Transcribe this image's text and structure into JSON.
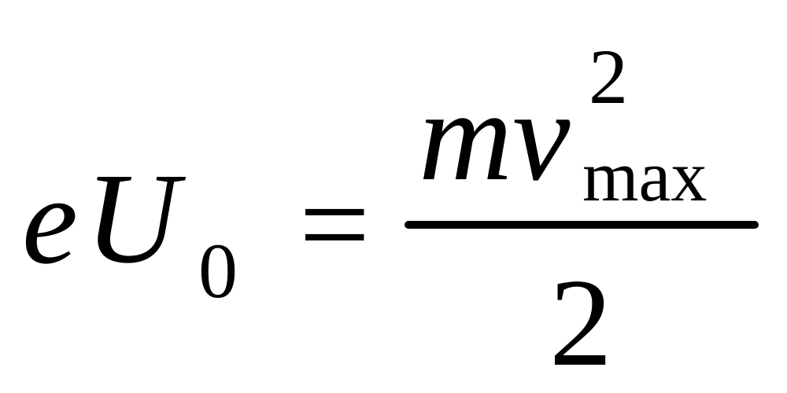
{
  "equation": {
    "lhs": {
      "base1": "e",
      "base2": "U",
      "subscript": "0"
    },
    "operator": "=",
    "rhs": {
      "numerator": {
        "base": "mv",
        "superscript": "2",
        "subscript": "max"
      },
      "denominator": "2"
    }
  }
}
